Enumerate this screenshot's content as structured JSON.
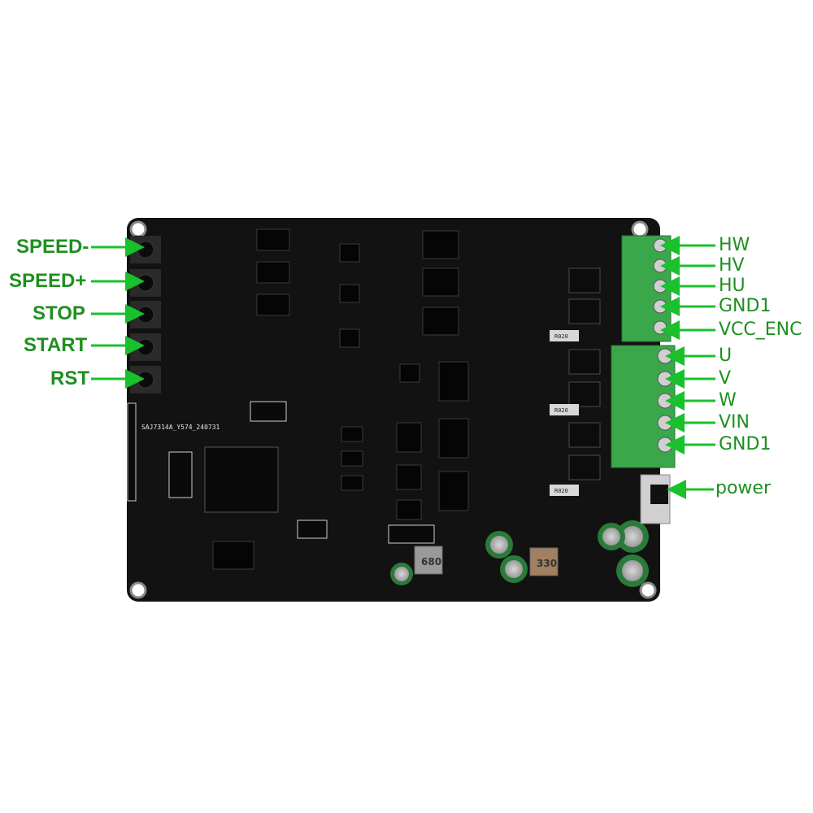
{
  "colors": {
    "board": "#121212",
    "terminal": "#3aa84a",
    "arrow": "#19c12c",
    "label": "#1f8f1f"
  },
  "left_labels": {
    "speed_minus": "SPEED-",
    "speed_plus": "SPEED+",
    "stop": "STOP",
    "start": "START",
    "rst": "RST"
  },
  "right_labels": {
    "hw": "HW",
    "hv": "HV",
    "hu": "HU",
    "gnd1_a": "GND1",
    "vcc_enc": "VCC_ENC",
    "u": "U",
    "v": "V",
    "w": "W",
    "vin": "VIN",
    "gnd1_b": "GND1",
    "power": "power"
  },
  "board_text": {
    "serial": "SAJ7314A_Y574_240731",
    "r020_a": "R020",
    "r020_b": "R020",
    "r020_c": "R020",
    "inductor_a": "680",
    "inductor_b": "330"
  }
}
